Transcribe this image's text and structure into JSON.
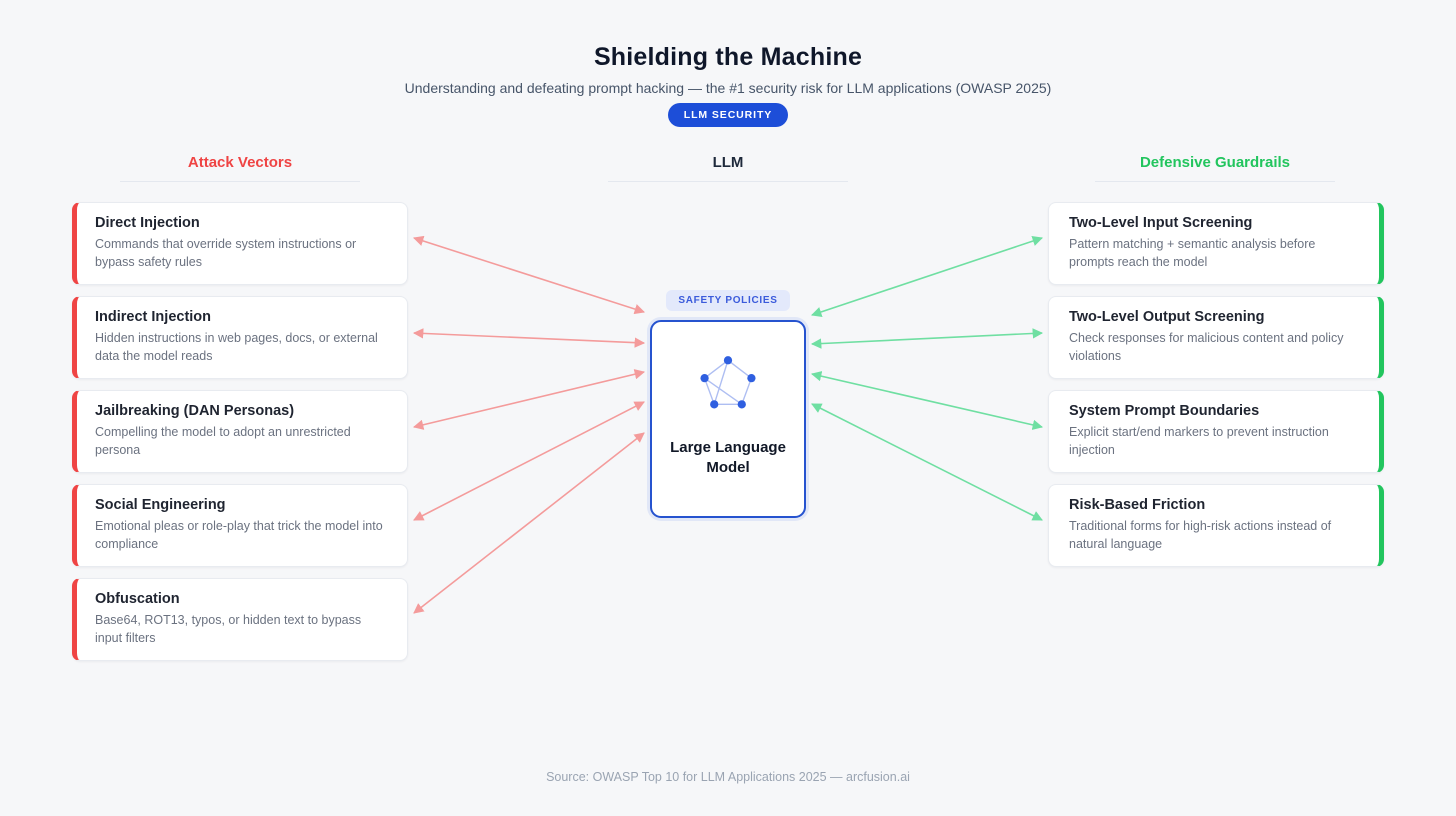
{
  "header": {
    "title": "Shielding the Machine",
    "subtitle": "Understanding and defeating prompt hacking — the #1 security risk for LLM applications (OWASP 2025)",
    "badge": "LLM SECURITY"
  },
  "columns": {
    "attack_heading": "Attack Vectors",
    "llm_heading": "LLM",
    "defense_heading": "Defensive Guardrails"
  },
  "attack_cards": [
    {
      "title": "Direct Injection",
      "desc": "Commands that override system instructions or bypass safety rules"
    },
    {
      "title": "Indirect Injection",
      "desc": "Hidden instructions in web pages, docs, or external data the model reads"
    },
    {
      "title": "Jailbreaking (DAN Personas)",
      "desc": "Compelling the model to adopt an unrestricted persona"
    },
    {
      "title": "Social Engineering",
      "desc": "Emotional pleas or role-play that trick the model into compliance"
    },
    {
      "title": "Obfuscation",
      "desc": "Base64, ROT13, typos, or hidden text to bypass input filters"
    }
  ],
  "defense_cards": [
    {
      "title": "Two-Level Input Screening",
      "desc": "Pattern matching + semantic analysis before prompts reach the model"
    },
    {
      "title": "Two-Level Output Screening",
      "desc": "Check responses for malicious content and policy violations"
    },
    {
      "title": "System Prompt Boundaries",
      "desc": "Explicit start/end markers to prevent instruction injection"
    },
    {
      "title": "Risk-Based Friction",
      "desc": "Traditional forms for high-risk actions instead of natural language"
    }
  ],
  "center": {
    "policies_badge": "SAFETY POLICIES",
    "model_label": "Large Language Model"
  },
  "footer": {
    "source": "Source: OWASP Top 10 for LLM Applications 2025 — arcfusion.ai"
  },
  "colors": {
    "attack_accent": "#ef4444",
    "defense_accent": "#22c55e",
    "badge_blue": "#1d4ed8",
    "llm_border_blue": "#2653cf",
    "arrow_red": "#f49b9b",
    "arrow_green": "#6fdfa2",
    "background": "#f6f7f9"
  }
}
